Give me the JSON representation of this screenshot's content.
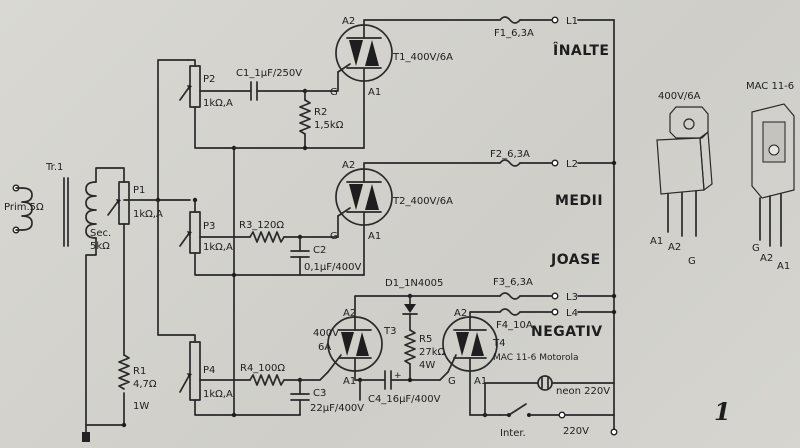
{
  "transformer": {
    "ref": "Tr.1",
    "primary": "Prim.5Ω",
    "secondary_1": "Sec.",
    "secondary_2": "5kΩ"
  },
  "pots": [
    {
      "ref": "P1",
      "value": "1kΩ,A"
    },
    {
      "ref": "P2",
      "value": "1kΩ,A"
    },
    {
      "ref": "P3",
      "value": "1kΩ,A"
    },
    {
      "ref": "P4",
      "value": "1kΩ,A"
    }
  ],
  "resistors": [
    {
      "ref": "R1",
      "value": "4,7Ω",
      "extra": "1W"
    },
    {
      "ref": "R2",
      "value": "1,5kΩ"
    },
    {
      "ref": "R3",
      "value": "R3_120Ω"
    },
    {
      "ref": "R4",
      "value": "R4_100Ω"
    },
    {
      "ref": "R5",
      "value": "27kΩ",
      "extra": "4W"
    }
  ],
  "capacitors": [
    {
      "ref": "C1",
      "value": "C1_1µF/250V"
    },
    {
      "ref": "C2",
      "value": "C2",
      "value2": "0,1µF/400V"
    },
    {
      "ref": "C3",
      "value": "C3",
      "value2": "22µF/400V"
    },
    {
      "ref": "C4",
      "value": "C4_16µF/400V"
    }
  ],
  "triacs": [
    {
      "ref": "T1",
      "label": "T1_400V/6A"
    },
    {
      "ref": "T2",
      "label": "T2_400V/6A"
    },
    {
      "ref": "T3",
      "label": "T3",
      "rating_1": "400V",
      "rating_2": "6A"
    },
    {
      "ref": "T4",
      "label": "T4",
      "model": "MAC 11-6 Motorola"
    }
  ],
  "pins": {
    "a1": "A1",
    "a2": "A2",
    "g": "G"
  },
  "diode": "D1_1N4005",
  "fuses": [
    "F1_6,3A",
    "F2_6,3A",
    "F3_6,3A",
    "F4_10A"
  ],
  "outputs": [
    "L1",
    "L2",
    "L3",
    "L4"
  ],
  "bands": [
    "ÎNALTE",
    "MEDII",
    "JOASE",
    "NEGATIV"
  ],
  "neon": "neon 220V",
  "switch": "Inter.",
  "mains": "220V",
  "package_1": {
    "rating": "400V/6A",
    "pins": [
      "A1",
      "A2",
      "G"
    ]
  },
  "package_2": {
    "name": "MAC 11-6",
    "pins": [
      "G",
      "A2",
      "A1"
    ]
  },
  "figure_number": "1"
}
